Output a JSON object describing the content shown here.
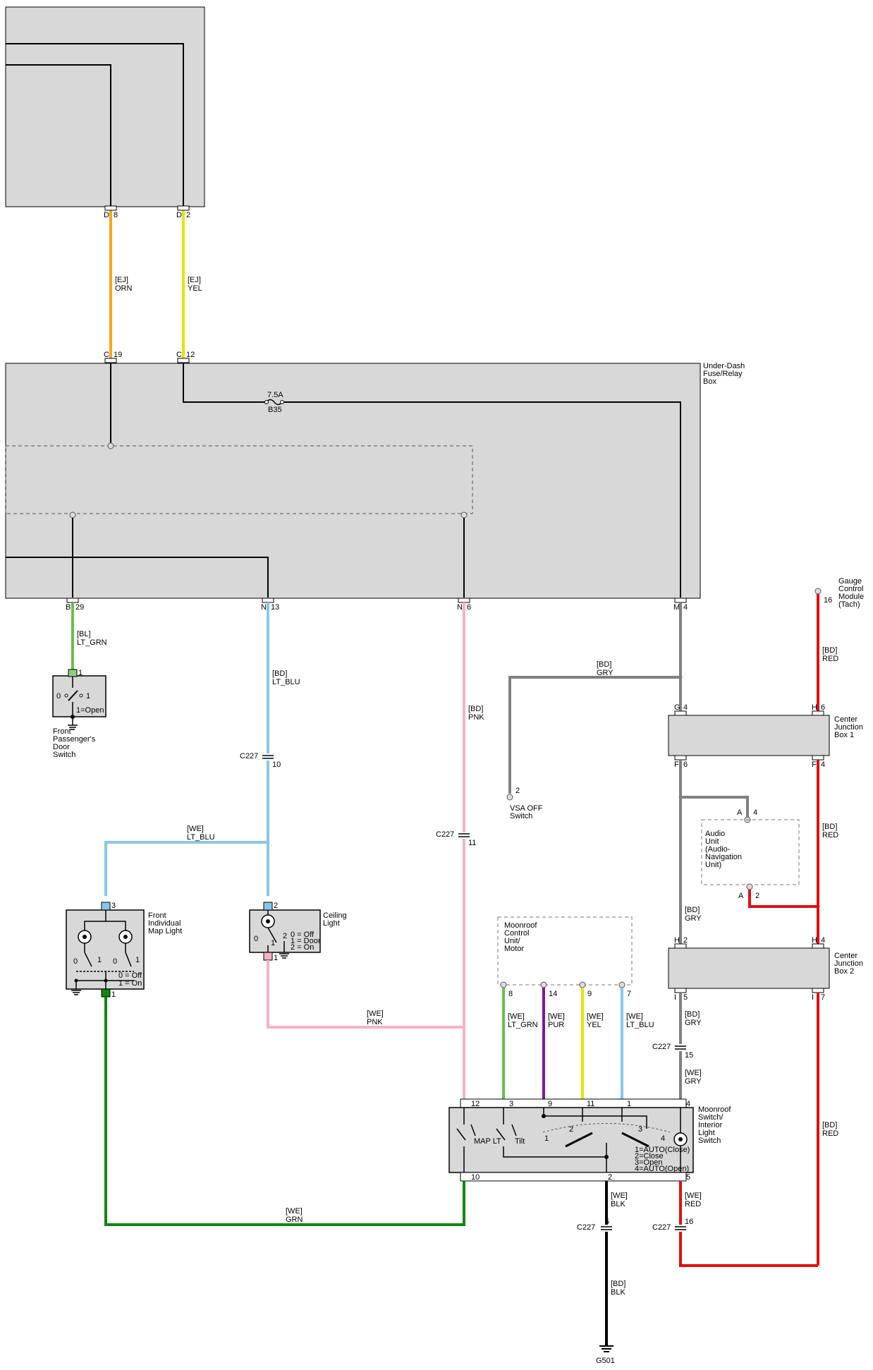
{
  "colors": {
    "box_fill": "#d8d8d8",
    "orange": "#ffa31a",
    "yellow": "#e6e600",
    "lt_green": "#6cbf4a",
    "lt_blue": "#87c8e8",
    "pink": "#f5b3c6",
    "gray": "#808080",
    "red": "#e01010",
    "green": "#138613",
    "purple": "#7a1a9a",
    "black": "#000000"
  },
  "components": {
    "under_dash_box": [
      "Under-Dash",
      "Fuse/Relay",
      "Box"
    ],
    "fuse_amp": "7.5A",
    "fuse_id": "B35",
    "gauge_control": [
      "Gauge",
      "Control",
      "Module",
      "(Tach)"
    ],
    "cjb1": [
      "Center",
      "Junction",
      "Box 1"
    ],
    "cjb2": [
      "Center",
      "Junction",
      "Box 2"
    ],
    "vsa": [
      "VSA OFF",
      "Switch"
    ],
    "audio": [
      "Audio",
      "Unit",
      "(Audio-",
      "Navigation",
      "Unit)"
    ],
    "door_switch": [
      "Front",
      "Passenger's",
      "Door",
      "Switch"
    ],
    "door_switch_state": "1=Open",
    "map_light": [
      "Front",
      "Individual",
      "Map Light"
    ],
    "map_light_states": [
      "0 = Off",
      "1 = On"
    ],
    "ceiling_light": [
      "Ceiling",
      "Light"
    ],
    "ceiling_states": [
      "0 = Off",
      "1 = Door",
      "2 = On"
    ],
    "moonroof_unit": [
      "Moonroof",
      "Control",
      "Unit/",
      "Motor"
    ],
    "moonroof_switch": [
      "Moonroof",
      "Switch/",
      "Interior",
      "Light",
      "Switch"
    ],
    "moonroof_states": [
      "1=AUTO(Close)",
      "2=Close",
      "3=Open",
      "4=AUTO(Open)"
    ],
    "map_lt": "MAP LT",
    "tilt": "Tilt",
    "ground": "G501"
  },
  "connectors": {
    "d8": [
      "D",
      "8"
    ],
    "d2": [
      "D",
      "2"
    ],
    "c19": [
      "C",
      "19"
    ],
    "c12": [
      "C",
      "12"
    ],
    "b29": [
      "B",
      "29"
    ],
    "n13": [
      "N",
      "13"
    ],
    "n6": [
      "N",
      "6"
    ],
    "m4": [
      "M",
      "4"
    ],
    "gauge16": "16",
    "g4": [
      "G",
      "4"
    ],
    "h6": [
      "H",
      "6"
    ],
    "f6": [
      "F",
      "6"
    ],
    "f4": [
      "F",
      "4"
    ],
    "h2": [
      "H",
      "2"
    ],
    "h4": [
      "H",
      "4"
    ],
    "i5": [
      "I",
      "5"
    ],
    "i7": [
      "I",
      "7"
    ],
    "a4": [
      "A",
      "4"
    ],
    "a2": [
      "A",
      "2"
    ],
    "vsa2": "2",
    "c227": "C227",
    "c227_10": "10",
    "c227_11": "11",
    "c227_15": "15",
    "c227_16": "16",
    "c227_5": "5",
    "door1": "1",
    "door_0": "0",
    "door_1": "1",
    "map3": "3",
    "map1": "1",
    "map_0a": "0",
    "map_1a": "1",
    "map_0b": "0",
    "map_1b": "1",
    "ceil2": "2",
    "ceil1": "1",
    "ceil_0": "0",
    "ceil_1": "1",
    "ceil_2": "2",
    "mu8": "8",
    "mu14": "14",
    "mu9": "9",
    "mu7": "7",
    "ms12": "12",
    "ms3": "3",
    "ms9": "9",
    "ms11": "11",
    "ms1": "1",
    "ms4": "4",
    "ms10": "10",
    "ms2": "2",
    "ms5": "5",
    "pos1": "1",
    "pos2": "2",
    "pos3": "3",
    "pos4": "4"
  },
  "wires": {
    "orn": [
      "[EJ]",
      "ORN"
    ],
    "yel": [
      "[EJ]",
      "YEL"
    ],
    "lt_grn": [
      "[BL]",
      "LT_GRN"
    ],
    "lt_blu_bd": [
      "[BD]",
      "LT_BLU"
    ],
    "pnk_bd": [
      "[BD]",
      "PNK"
    ],
    "gry_bd": [
      "[BD]",
      "GRY"
    ],
    "red_bd_top": [
      "[BD]",
      "RED"
    ],
    "red_bd_mid": [
      "[BD]",
      "RED"
    ],
    "gry_bd2": [
      "[BD]",
      "GRY"
    ],
    "lt_blu_we": [
      "[WE]",
      "LT_BLU"
    ],
    "pnk_we": [
      "[WE]",
      "PNK"
    ],
    "ltgrn_we": [
      "[WE]",
      "LT_GRN"
    ],
    "pur_we": [
      "[WE]",
      "PUR"
    ],
    "yel_we": [
      "[WE]",
      "YEL"
    ],
    "ltblu_we2": [
      "[WE]",
      "LT_BLU"
    ],
    "gry_bd3": [
      "[BD]",
      "GRY"
    ],
    "gry_we": [
      "[WE]",
      "GRY"
    ],
    "red_bd_low": [
      "[BD]",
      "RED"
    ],
    "blk_we": [
      "[WE]",
      "BLK"
    ],
    "red_we": [
      "[WE]",
      "RED"
    ],
    "grn_we": [
      "[WE]",
      "GRN"
    ],
    "blk_bd": [
      "[BD]",
      "BLK"
    ]
  }
}
